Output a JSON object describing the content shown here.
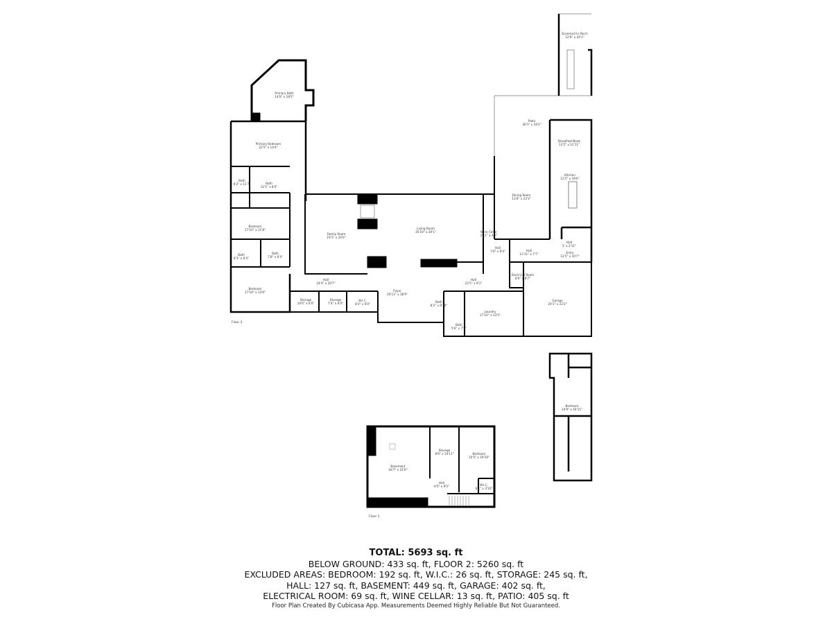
{
  "floor_labels": {
    "floor2": "Floor 2",
    "floor1": "Floor 1"
  },
  "rooms": [
    {
      "name": "Screened In Porch",
      "dims": "12'6\" x 24'1\""
    },
    {
      "name": "Patio",
      "dims": "30'1\" x 18'2\""
    },
    {
      "name": "Breakfast Nook",
      "dims": "12'5\" x 12'11\""
    },
    {
      "name": "Kitchen",
      "dims": "12'5\" x 19'6\""
    },
    {
      "name": "Dining Room",
      "dims": "13'6\" x 23'3\""
    },
    {
      "name": "Primary Bath",
      "dims": "14'0\" x 18'5\""
    },
    {
      "name": "Primary Bedroom",
      "dims": "22'5\" x 14'4\""
    },
    {
      "name": "Bath",
      "dims": "6'2\" x 11'7\""
    },
    {
      "name": "Bath",
      "dims": "11'5\" x 8'5\""
    },
    {
      "name": "Bedroom",
      "dims": "17'10\" x 11'8\""
    },
    {
      "name": "Bath",
      "dims": "8'1\" x 6'4\""
    },
    {
      "name": "Bath",
      "dims": "7'8\" x 6'4\""
    },
    {
      "name": "Bedroom",
      "dims": "17'10\" x 13'6\""
    },
    {
      "name": "Family Room",
      "dims": "19'1\" x 24'0\""
    },
    {
      "name": "Living Room",
      "dims": "35'10\" x 20'1\""
    },
    {
      "name": "Wine Cellar",
      "dims": "2'11\" x 4'0\""
    },
    {
      "name": "Hall",
      "dims": "7'6\" x 6'0\""
    },
    {
      "name": "Hall",
      "dims": "11'11\" x 7'7\""
    },
    {
      "name": "Hall",
      "dims": "5' x 2'11\""
    },
    {
      "name": "Entry",
      "dims": "12'5\" x 10'7\""
    },
    {
      "name": "Hall",
      "dims": "24'4\" x 20'7\""
    },
    {
      "name": "Foyer",
      "dims": "20'11\" x 18'9\""
    },
    {
      "name": "Hall",
      "dims": "22'5\" x 9'1\""
    },
    {
      "name": "Electrical Room",
      "dims": "8'0\" x 8'7\""
    },
    {
      "name": "Garage",
      "dims": "20'1\" x 22'2\""
    },
    {
      "name": "Storage",
      "dims": "10'0\" x 6'0\""
    },
    {
      "name": "Storage",
      "dims": "7'4\" x 6'0\""
    },
    {
      "name": "W.I.C.",
      "dims": "8'3\" x 6'0\""
    },
    {
      "name": "Bath",
      "dims": "8'2\" x 8'10\""
    },
    {
      "name": "Laundry",
      "dims": "17'10\" x 13'5\""
    },
    {
      "name": "Bath",
      "dims": "5'6\" x 7'5\""
    },
    {
      "name": "Bedroom",
      "dims": "10'9\" x 16'11\""
    },
    {
      "name": "Basement",
      "dims": "18'7\" x 21'6\""
    },
    {
      "name": "Storage",
      "dims": "8'9\" x 14'11\""
    },
    {
      "name": "Bedroom",
      "dims": "10'5\" x 19'10\""
    },
    {
      "name": "Hall",
      "dims": "9'5\" x 9'5\""
    },
    {
      "name": "W.I.C.",
      "dims": "6'1\" x 3'10\""
    }
  ],
  "summary": {
    "total": "TOTAL: 5693 sq. ft",
    "line1": "BELOW GROUND: 433 sq. ft, FLOOR 2: 5260 sq. ft",
    "line2": "EXCLUDED AREAS: BEDROOM: 192 sq. ft, W.I.C.: 26 sq. ft, STORAGE: 245 sq. ft,",
    "line3": "HALL: 127 sq. ft, BASEMENT: 449 sq. ft, GARAGE: 402 sq. ft,",
    "line4": "ELECTRICAL ROOM: 69 sq. ft, WINE CELLAR: 13 sq. ft, PATIO: 405 sq. ft"
  },
  "credit": "Floor Plan Created By Cubicasa App. Measurements Deemed Highly Reliable But Not Guaranteed."
}
